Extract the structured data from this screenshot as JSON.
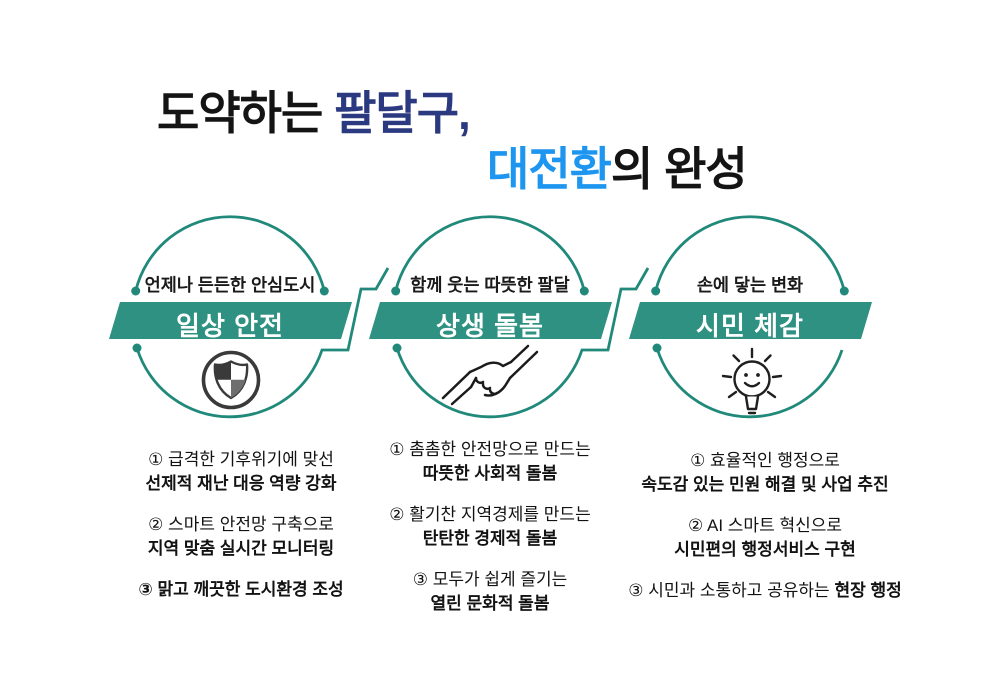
{
  "title": {
    "line1_black": "도약하는 ",
    "line1_navy": "팔달구,",
    "line2_blue": "대전환",
    "line2_black": "의 완성"
  },
  "colors": {
    "teal_banner": "#2e9181",
    "teal_line": "#20897a",
    "title_navy": "#2b3a80",
    "title_blue": "#1e96f0",
    "text": "#121212"
  },
  "sections": [
    {
      "tagline": "언제나 든든한 안심도시",
      "banner": "일상 안전",
      "icon": "shield-icon",
      "items": [
        {
          "line1": "① 급격한 기후위기에 맞선",
          "line2": "선제적 재난 대응 역량 강화"
        },
        {
          "line1": "② 스마트 안전망 구축으로",
          "line2": "지역 맞춤 실시간 모니터링"
        },
        {
          "line2": "③ 맑고 깨끗한 도시환경 조성"
        }
      ]
    },
    {
      "tagline": "함께 웃는 따뜻한 팔달",
      "banner": "상생 돌봄",
      "icon": "handshake-icon",
      "items": [
        {
          "line1": "① 촘촘한 안전망으로 만드는",
          "line2": "따뜻한 사회적 돌봄"
        },
        {
          "line1": "② 활기찬 지역경제를 만드는",
          "line2": "탄탄한 경제적 돌봄"
        },
        {
          "line1": "③ 모두가 쉽게 즐기는",
          "line2": "열린 문화적 돌봄"
        }
      ]
    },
    {
      "tagline": "손에 닿는 변화",
      "banner": "시민 체감",
      "icon": "lightbulb-icon",
      "items": [
        {
          "line1": "① 효율적인 행정으로",
          "line2": "속도감 있는 민원 해결 및 사업 추진"
        },
        {
          "line1": "② AI 스마트 혁신으로",
          "line2": "시민편의 행정서비스 구현"
        },
        {
          "inline1": "③ 시민과 소통하고 공유하는 ",
          "inline2": "현장 행정"
        }
      ]
    }
  ]
}
